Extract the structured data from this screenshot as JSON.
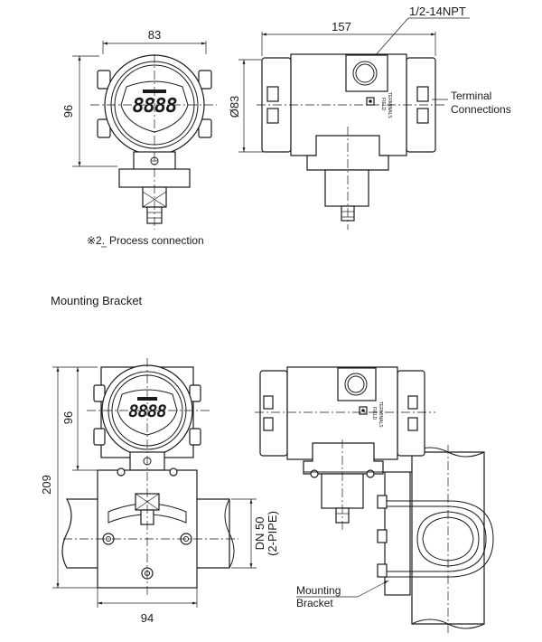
{
  "top_views": {
    "width_dim": "83",
    "height_dim": "96",
    "length_dim": "157",
    "diameter_dim": "Ø83",
    "conduit_label": "1/2-14NPT",
    "terminal_label_line1": "Terminal",
    "terminal_label_line2": "Connections",
    "field_terminals_line1": "FIELD",
    "field_terminals_line2": "TERMINALS",
    "display_digits": "8888",
    "process_note_mark": "※2.",
    "process_note_text": "Process connection"
  },
  "bracket_section": {
    "title": "Mounting Bracket",
    "height_dim": "96",
    "total_height_dim": "209",
    "width_dim": "94",
    "pipe_label_line1": "DN 50",
    "pipe_label_line2": "(2-PIPE)",
    "bracket_label_line1": "Mounting",
    "bracket_label_line2": "Bracket",
    "field_terminals_line1": "FIELD",
    "field_terminals_line2": "TERMINALS",
    "display_digits": "8888"
  }
}
